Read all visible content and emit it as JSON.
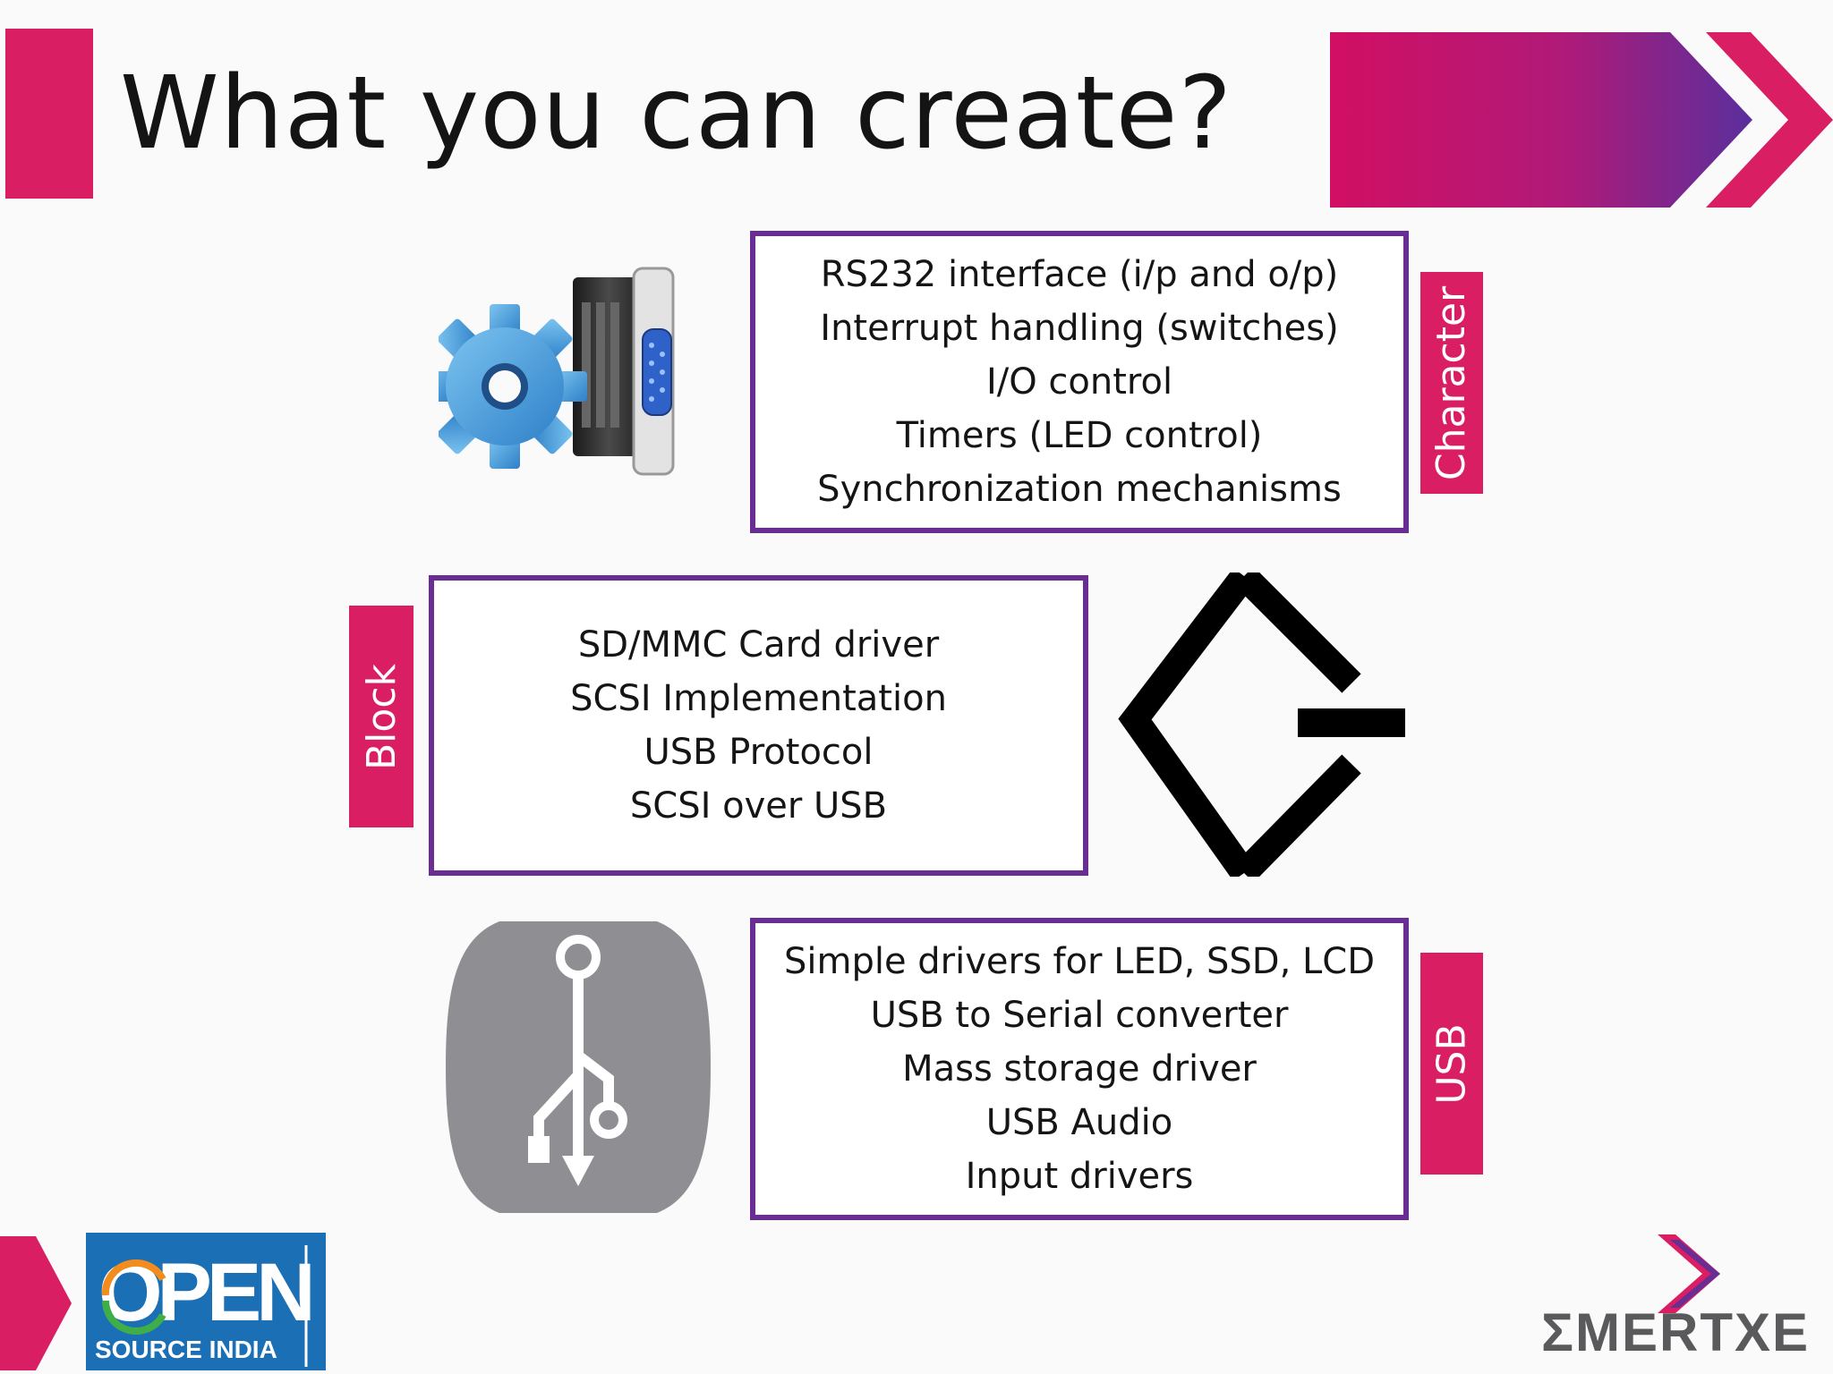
{
  "slide": {
    "title": "What you can create?",
    "accent_color": "#d91e63",
    "border_color": "#6a2d94"
  },
  "sections": {
    "character": {
      "tag": "Character",
      "items": [
        "RS232 interface (i/p and o/p)",
        "Interrupt handling (switches)",
        "I/O control",
        "Timers (LED control)",
        "Synchronization mechanisms"
      ],
      "icon": "gear-serial-connector-icon"
    },
    "block": {
      "tag": "Block",
      "items": [
        "SD/MMC Card driver",
        "SCSI Implementation",
        "USB Protocol",
        "SCSI over USB"
      ],
      "icon": "block-device-icon"
    },
    "usb": {
      "tag": "USB",
      "items": [
        "Simple drivers for LED, SSD, LCD",
        "USB to Serial converter",
        "Mass storage driver",
        "USB Audio",
        "Input drivers"
      ],
      "icon": "usb-icon"
    }
  },
  "footer": {
    "left_logo": {
      "word": "OPEN",
      "tagline": "SOURCE INDIA"
    },
    "right_logo": {
      "word": "ΣMERTXE"
    }
  }
}
